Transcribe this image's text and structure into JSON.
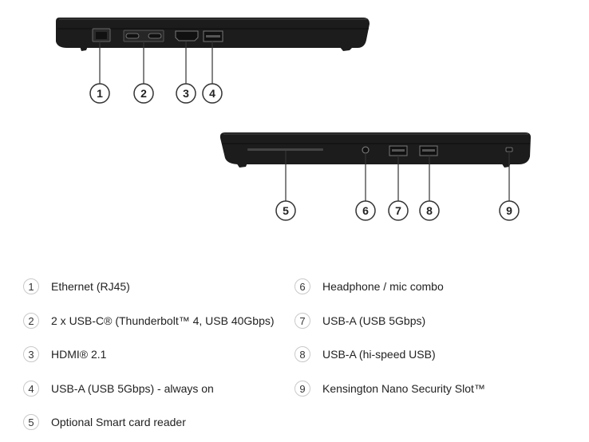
{
  "callout_colors": {
    "stroke": "#333333",
    "laptop_body": "#1c1c1c",
    "laptop_edge": "#0d0d0d"
  },
  "left_side": {
    "callouts": [
      "1",
      "2",
      "3",
      "4"
    ]
  },
  "right_side": {
    "callouts": [
      "5",
      "6",
      "7",
      "8",
      "9"
    ]
  },
  "legend": {
    "left_column": [
      {
        "num": "1",
        "text": "Ethernet (RJ45)"
      },
      {
        "num": "2",
        "text": "2 x USB-C® (Thunderbolt™ 4, USB 40Gbps)"
      },
      {
        "num": "3",
        "text": "HDMI® 2.1"
      },
      {
        "num": "4",
        "text": "USB-A (USB 5Gbps) - always on"
      },
      {
        "num": "5",
        "text": "Optional Smart card reader"
      }
    ],
    "right_column": [
      {
        "num": "6",
        "text": "Headphone / mic combo"
      },
      {
        "num": "7",
        "text": "USB-A (USB 5Gbps)"
      },
      {
        "num": "8",
        "text": "USB-A (hi-speed USB)"
      },
      {
        "num": "9",
        "text": "Kensington Nano Security Slot™"
      }
    ]
  }
}
